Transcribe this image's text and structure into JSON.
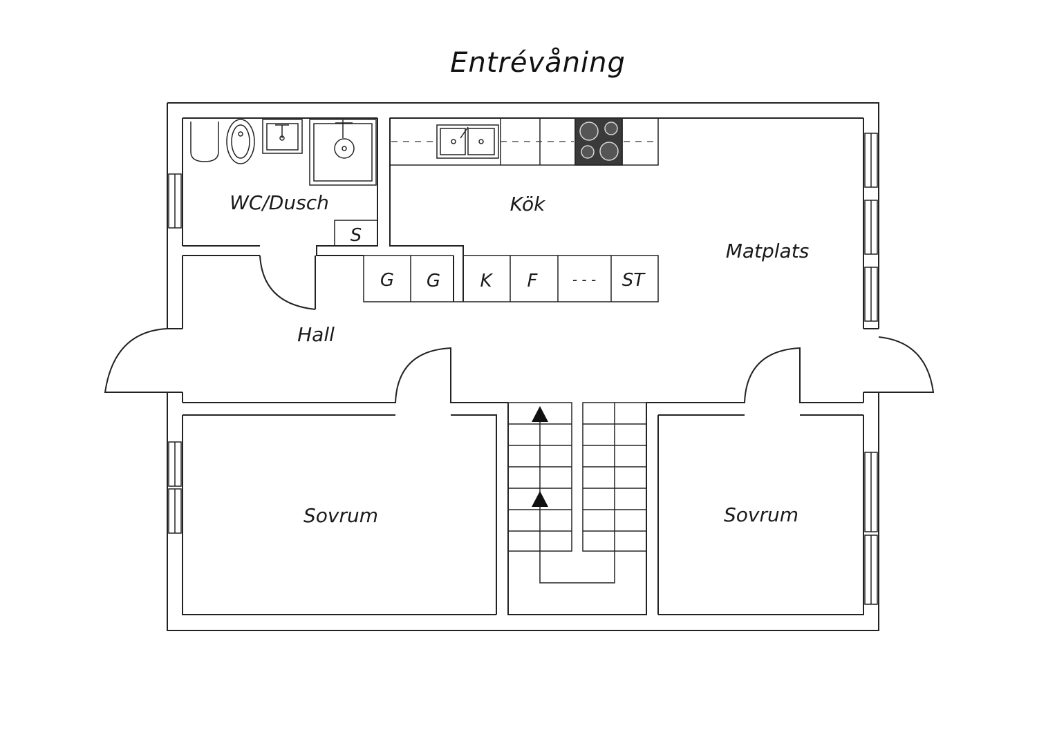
{
  "title": "Entrévåning",
  "rooms": {
    "wc": "WC/Dusch",
    "kitchen": "Kök",
    "dining": "Matplats",
    "hall": "Hall",
    "bedroom_left": "Sovrum",
    "bedroom_right": "Sovrum"
  },
  "fixtures": {
    "closet": "S",
    "cabinet_1": "G",
    "cabinet_2": "G",
    "fridge": "K",
    "freezer": "F",
    "blank_unit": "- - -",
    "st_unit": "ST"
  },
  "colors": {
    "line": "#222222",
    "stove": "#3a3a3a",
    "background": "#ffffff"
  }
}
